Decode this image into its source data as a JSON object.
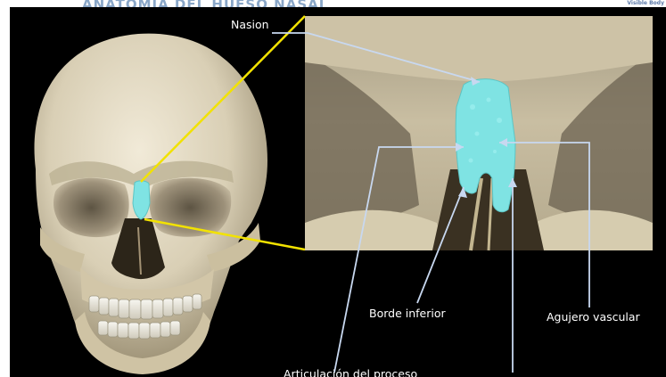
{
  "header": {
    "title": "ANATOMÍA DEL HUESO NASAL",
    "brand": "Visible Body"
  },
  "labels": {
    "nasion": "Nasion",
    "borde_inferior": "Borde inferior",
    "agujero_vascular": "Agujero vascular",
    "articulacion": "Articulación del proceso"
  },
  "colors": {
    "nasal_bone_highlight": "#7fe3e3",
    "callout_line": "#f2e200",
    "pointer_line": "#c8d8f0",
    "background": "#000000"
  }
}
